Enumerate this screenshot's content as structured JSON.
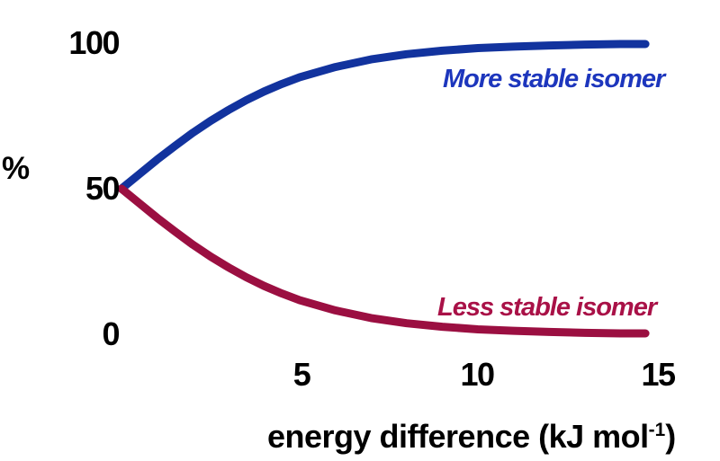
{
  "chart_data": {
    "type": "line",
    "title": "",
    "xlabel": "energy difference (kJ mol-1)",
    "xlabel_parts": {
      "pre": "energy difference (kJ mol",
      "sup": "-1",
      "post": ")"
    },
    "ylabel": "%",
    "xlim": [
      0,
      16.8
    ],
    "ylim": [
      0,
      100
    ],
    "xticks": [
      5,
      10,
      15
    ],
    "yticks": [
      100,
      50,
      0
    ],
    "x_tick_labels": [
      "5",
      "10",
      "15"
    ],
    "y_tick_labels": [
      "100",
      "50",
      "0"
    ],
    "grid": false,
    "axes_drawn": false,
    "legend_position": "inline-annotations",
    "x": [
      0,
      0.5,
      1,
      1.5,
      2,
      2.5,
      3,
      3.5,
      4,
      4.5,
      5,
      6,
      7,
      8,
      9,
      10,
      11,
      12,
      13,
      14,
      14.7
    ],
    "series": [
      {
        "name": "More stable isomer",
        "color": "#12339e",
        "label_color": "#1d36bd",
        "values": [
          50,
          55.0,
          60.0,
          64.7,
          69.2,
          73.3,
          77.0,
          80.4,
          83.4,
          86.0,
          88.3,
          91.8,
          94.4,
          96.2,
          97.4,
          98.3,
          98.8,
          99.2,
          99.5,
          99.7,
          99.7
        ]
      },
      {
        "name": "Less stable isomer",
        "color": "#9b0f41",
        "label_color": "#a91147",
        "values": [
          50,
          45.0,
          40.0,
          35.3,
          30.8,
          26.7,
          23.0,
          19.6,
          16.6,
          14.0,
          11.7,
          8.2,
          5.6,
          3.8,
          2.6,
          1.7,
          1.2,
          0.8,
          0.5,
          0.3,
          0.3
        ]
      }
    ]
  }
}
